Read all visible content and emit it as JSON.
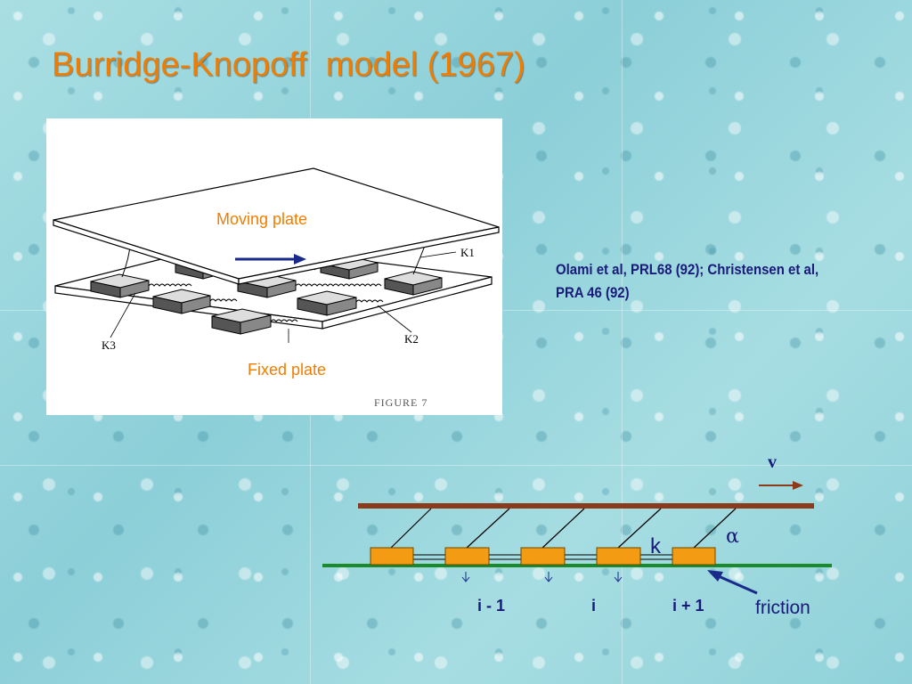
{
  "slide": {
    "title": "Burridge-Knopoff  model (1967)"
  },
  "figure": {
    "moving_plate_label": "Moving plate",
    "fixed_plate_label": "Fixed plate",
    "k1_label": "K1",
    "k2_label": "K2",
    "k3_label": "K3",
    "caption": "FIGURE 7"
  },
  "reference": {
    "text": "Olami et al, PRL68 (92); Christensen et al, PRA 46 (92)"
  },
  "bk_diagram": {
    "velocity_label": "v",
    "alpha_label": "α",
    "spring_label": "k",
    "block_labels": {
      "i_minus_1": "i - 1",
      "i": "i",
      "i_plus_1": "i + 1"
    },
    "friction_label": "friction"
  },
  "colors": {
    "title": "#f07d00",
    "accent_text": "#1a1a7a",
    "moving_bar": "#8b3a1a",
    "ground_bar": "#1a8a2a",
    "block_fill": "#f39b12",
    "arrow": "#1a2a8a"
  }
}
